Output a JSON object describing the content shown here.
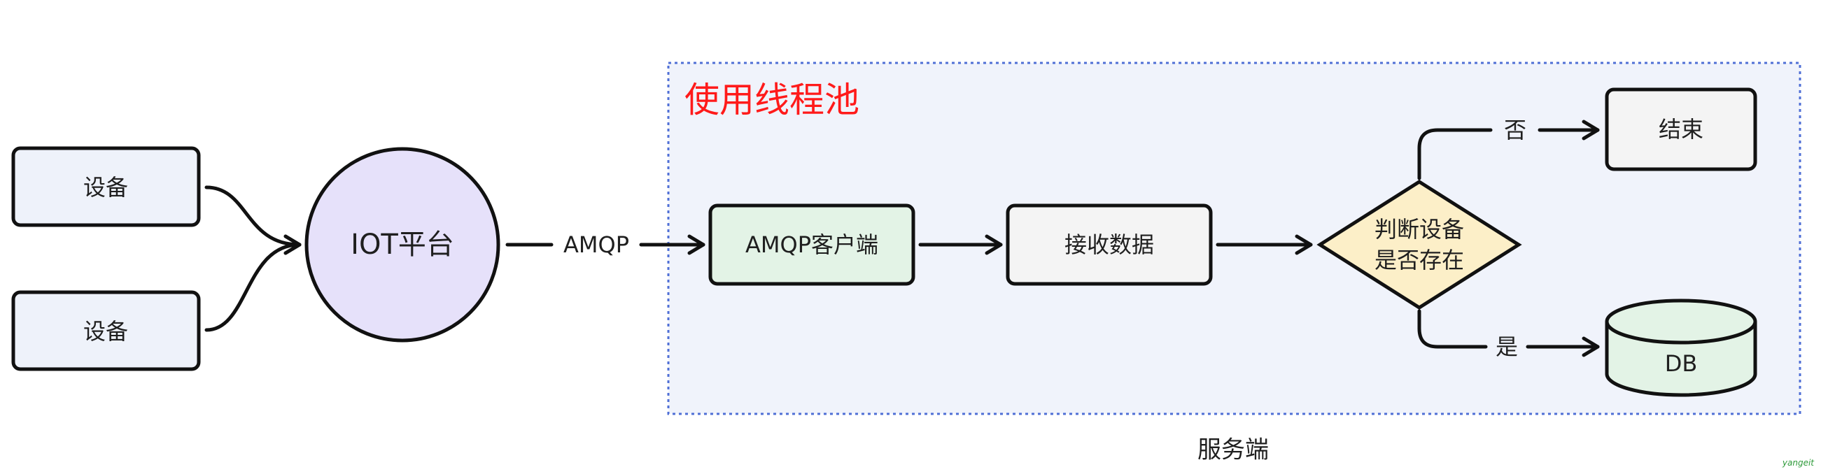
{
  "colors": {
    "device_fill": "#eef2fa",
    "platform_fill": "#e6e1fa",
    "group_fill": "#f0f3fb",
    "group_border": "#4f6fd6",
    "client_fill": "#e3f3e6",
    "receive_fill": "#f4f4f4",
    "decision_fill": "#fcefc8",
    "end_fill": "#f4f4f4",
    "db_fill": "#e3f3e6",
    "title_color": "#ff1a1a"
  },
  "labels": {
    "group_title": "使用线程池",
    "device_1": "设备",
    "device_2": "设备",
    "platform": "IOT平台",
    "amqp_edge": "AMQP",
    "amqp_client": "AMQP客户端",
    "receive": "接收数据",
    "decision_line1": "判断设备",
    "decision_line2": "是否存在",
    "no_label": "否",
    "yes_label": "是",
    "end": "结束",
    "db": "DB",
    "server_caption": "服务端",
    "watermark": "yangeit"
  }
}
